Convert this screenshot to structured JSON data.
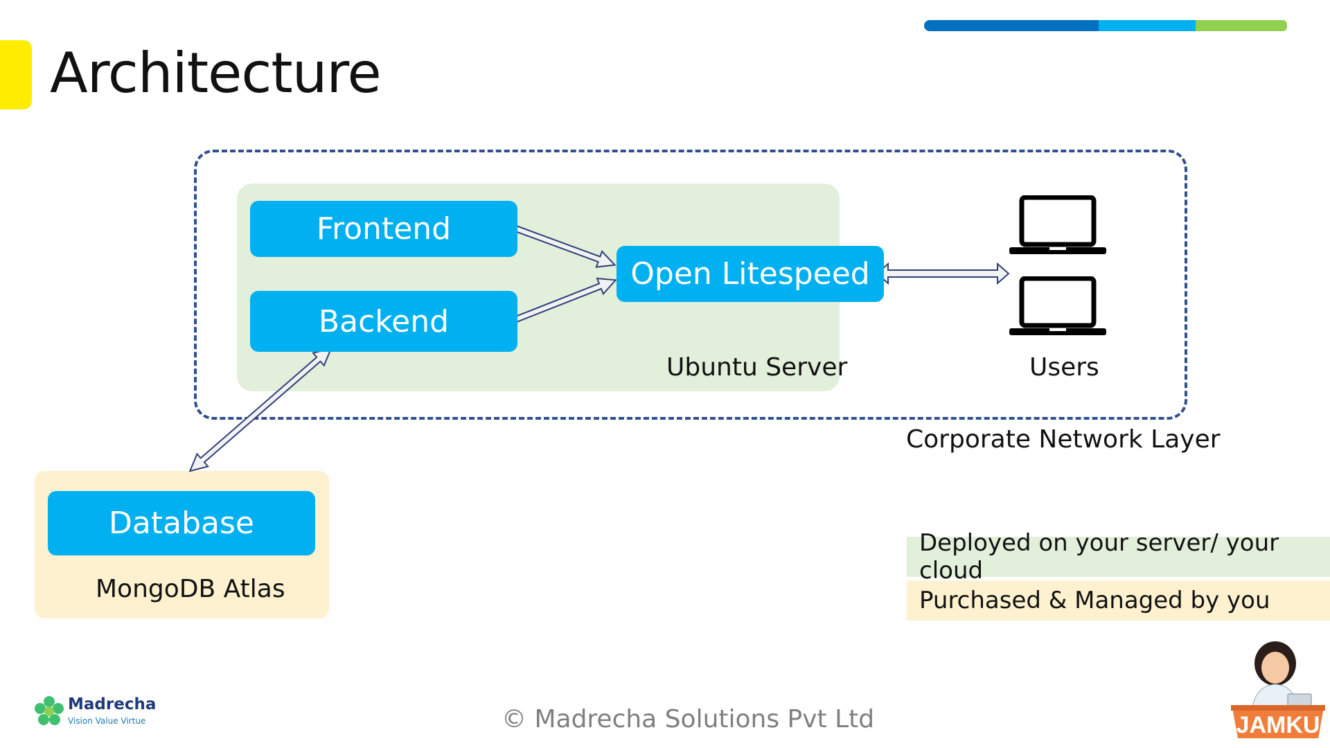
{
  "slide": {
    "title": "Architecture"
  },
  "diagram": {
    "nodes": {
      "frontend": "Frontend",
      "backend": "Backend",
      "open_litespeed": "Open Litespeed",
      "database": "Database"
    },
    "zones": {
      "ubuntu_server": "Ubuntu Server",
      "users": "Users",
      "corporate_network": "Corporate Network Layer",
      "mongodb_atlas": "MongoDB Atlas"
    }
  },
  "legend": {
    "deployed": "Deployed on your server/ your cloud",
    "purchased": "Purchased & Managed by you"
  },
  "footer": {
    "copyright": "© Madrecha Solutions Pvt Ltd",
    "brand_name": "Madrecha",
    "brand_tagline": "Vision Value Virtue",
    "mascot_label": "JAMKU"
  },
  "colors": {
    "accent_yellow": "#ffec00",
    "node_blue": "#00b0f0",
    "server_green": "#e2efda",
    "external_cream": "#fdf1cf",
    "dashed_border": "#2f4f8f",
    "topbar_dark": "#0070c0",
    "topbar_light": "#00b0f0",
    "topbar_green": "#92d050"
  }
}
